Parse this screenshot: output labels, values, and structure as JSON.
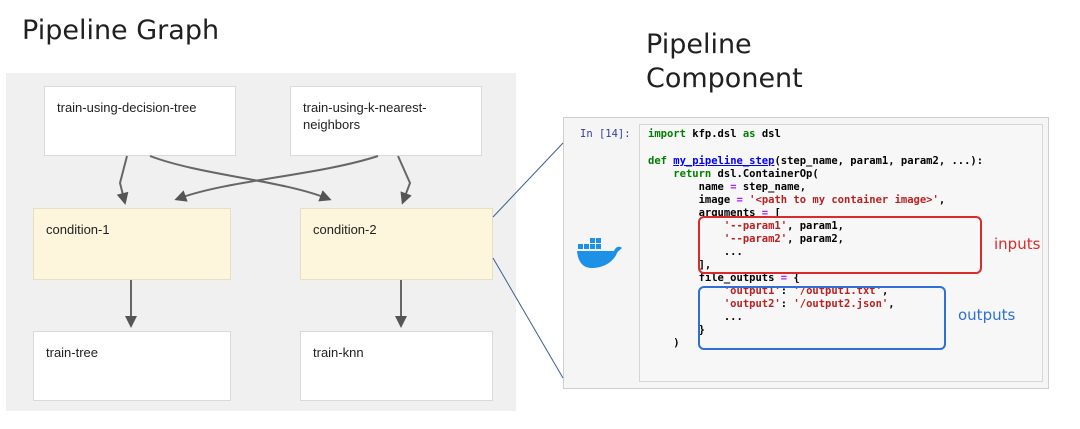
{
  "titles": {
    "graph": "Pipeline Graph",
    "component": "Pipeline Component"
  },
  "graph": {
    "nodes": {
      "dt": "train-using-decision-tree",
      "knn": "train-using-k-nearest-neighbors",
      "cond1": "condition-1",
      "cond2": "condition-2",
      "tree": "train-tree",
      "trainknn": "train-knn"
    }
  },
  "code": {
    "prompt": "In [14]:",
    "lines": [
      "import kfp.dsl as dsl",
      "",
      "def my_pipeline_step(step_name, param1, param2, ...):",
      "    return dsl.ContainerOp(",
      "        name = step_name,",
      "        image = '<path to my container image>',",
      "        arguments = [",
      "            '--param1', param1,",
      "            '--param2', param2,",
      "            ...",
      "        ],",
      "        file_outputs = {",
      "            'output1': '/output1.txt',",
      "            'output2': '/output2.json',",
      "            ...",
      "        }",
      "    )"
    ]
  },
  "annotations": {
    "inputs": "inputs",
    "outputs": "outputs"
  },
  "colors": {
    "inputs": "#d92b2b",
    "outputs": "#2f6fd6",
    "docker": "#1d91e6",
    "condition_fill": "#fdf6dd"
  },
  "icons": [
    "docker-whale-icon"
  ]
}
